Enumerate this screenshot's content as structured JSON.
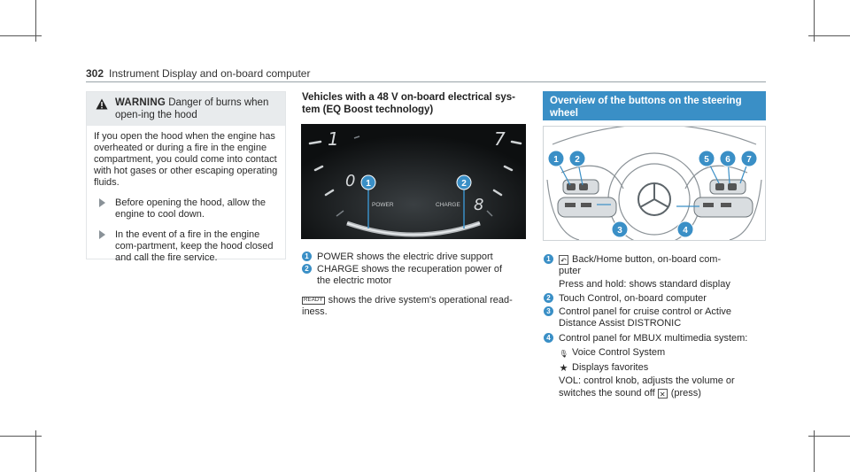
{
  "header": {
    "page_number": "302",
    "title": "Instrument Display and on-board computer"
  },
  "warning": {
    "label": "WARNING",
    "title_text": "Danger of burns when open-ing the hood",
    "body": "If you open the hood when the engine has overheated or during a fire in the engine compartment, you could come into contact with hot gases or other escaping operating fluids.",
    "steps": [
      "Before opening the hood, allow the engine to cool down.",
      "In the event of a fire in the engine com-partment, keep the hood closed and call the fire service."
    ]
  },
  "vehicles": {
    "title": "Vehicles with a 48 V on-board electrical sys-tem (EQ Boost technology)",
    "gauge": {
      "numbers": [
        "1",
        "7",
        "0",
        "8"
      ],
      "power_label": "POWER",
      "charge_label": "CHARGE",
      "callouts": [
        "1",
        "2"
      ]
    },
    "items": [
      {
        "num": "1",
        "text": "POWER shows the electric drive support"
      },
      {
        "num": "2",
        "text": "CHARGE shows the recuperation power of",
        "text2": "the electric motor"
      }
    ],
    "ready_symbol": "READY",
    "ready_text": "shows the drive system's operational read-",
    "ready_text2": "iness."
  },
  "overview": {
    "title": "Overview of the buttons on the steering wheel",
    "callouts": [
      "1",
      "2",
      "3",
      "4",
      "5",
      "6",
      "7"
    ],
    "items": [
      {
        "num": "1",
        "lines": [
          "Back/Home button, on-board com-",
          "puter",
          "Press and hold: shows standard display"
        ]
      },
      {
        "num": "2",
        "lines": [
          "Touch Control, on-board computer"
        ]
      },
      {
        "num": "3",
        "lines": [
          "Control panel for cruise control or Active",
          "Distance Assist DISTRONIC"
        ]
      },
      {
        "num": "4",
        "lines": [
          "Control panel for MBUX multimedia system:"
        ]
      }
    ],
    "sub_items": [
      "Voice Control System",
      "Displays favorites"
    ],
    "vol_line1": "VOL: control knob, adjusts the volume or",
    "vol_line2": "switches the sound off",
    "vol_line2_end": "(press)"
  },
  "colors": {
    "accent": "#3a8fc6",
    "warning_bg": "#e8ebed"
  }
}
